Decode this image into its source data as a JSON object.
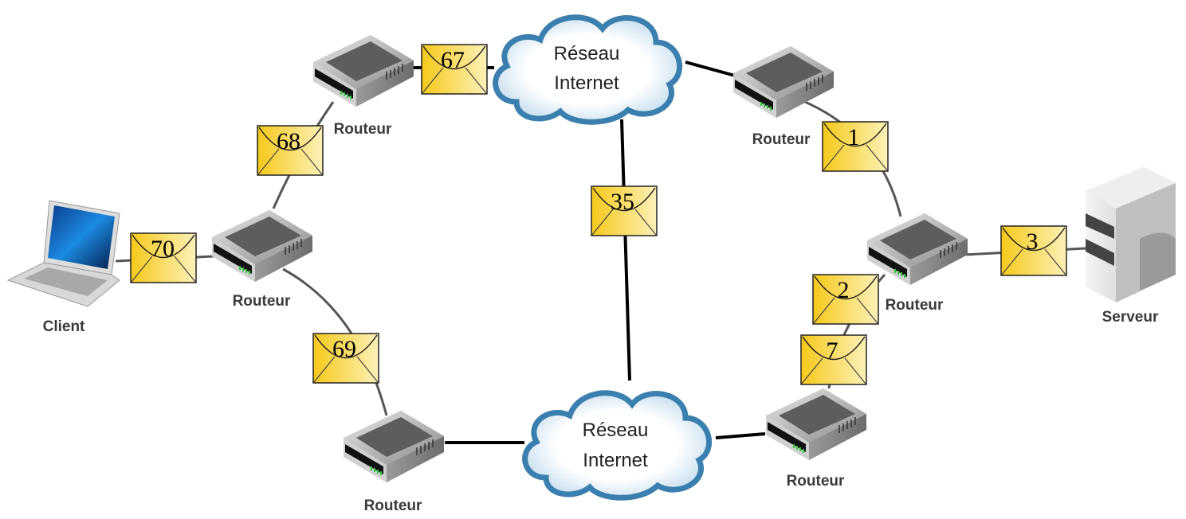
{
  "nodes": {
    "client": {
      "label": "Client",
      "icon": "laptop-icon"
    },
    "server": {
      "label": "Serveur",
      "icon": "server-icon"
    },
    "router_left": {
      "label": "Routeur",
      "icon": "router-icon"
    },
    "router_top_left": {
      "label": "Routeur",
      "icon": "router-icon"
    },
    "router_bottom_left": {
      "label": "Routeur",
      "icon": "router-icon"
    },
    "router_top_right": {
      "label": "Routeur",
      "icon": "router-icon"
    },
    "router_right": {
      "label": "Routeur",
      "icon": "router-icon"
    },
    "router_bottom_right": {
      "label": "Routeur",
      "icon": "router-icon"
    },
    "cloud_top": {
      "line1": "Réseau",
      "line2": "Internet",
      "icon": "cloud-icon"
    },
    "cloud_bottom": {
      "line1": "Réseau",
      "line2": "Internet",
      "icon": "cloud-icon"
    }
  },
  "packets": {
    "p67": "67",
    "p68": "68",
    "p70": "70",
    "p69": "69",
    "p35": "35",
    "p1": "1",
    "p3": "3",
    "p2": "2",
    "p7": "7"
  },
  "colors": {
    "envelope": "#f7d33a",
    "cloud_stroke": "#3b7fae",
    "router_link": "#555555",
    "internet_link": "#000000"
  }
}
